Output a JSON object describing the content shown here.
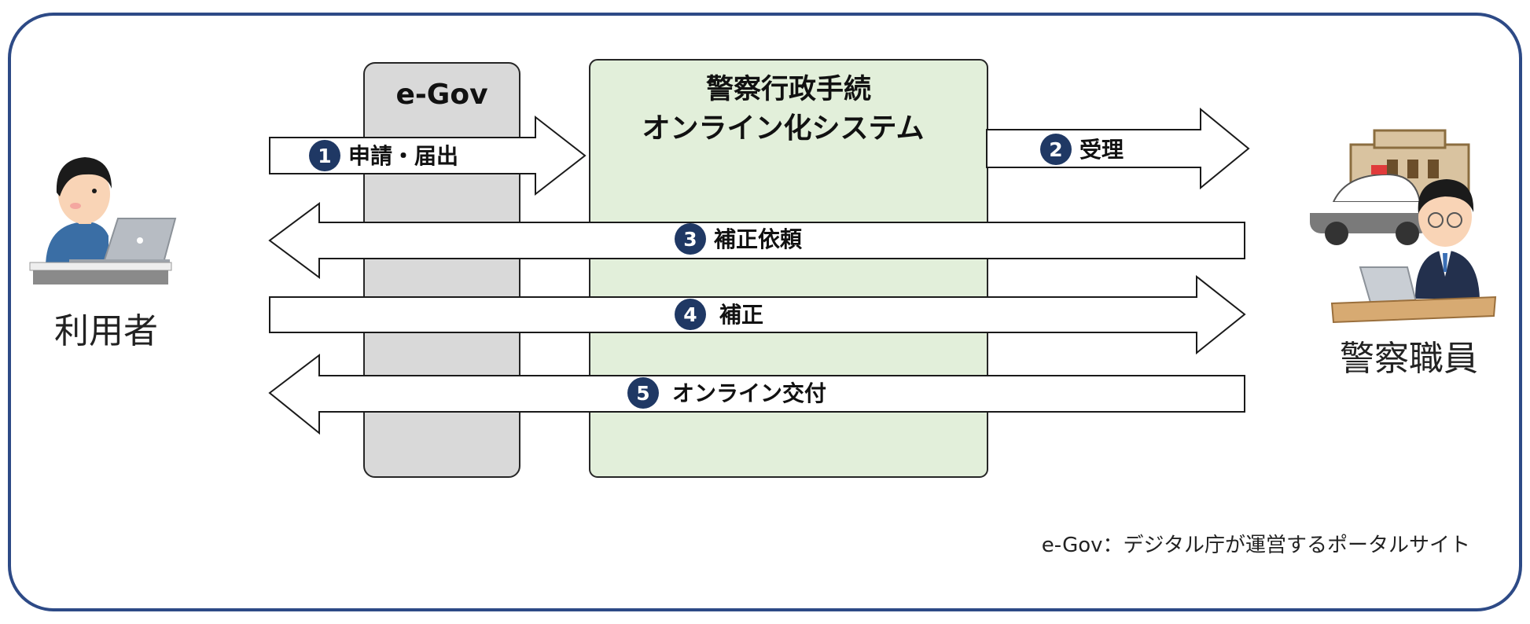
{
  "colors": {
    "frame": "#2d4a86",
    "egov_fill": "#d9d9d9",
    "system_fill": "#e2efda",
    "number_badge": "#1f3864",
    "arrow_fill": "#ffffff",
    "arrow_stroke": "#1a1a1a"
  },
  "egov_box": {
    "title": "e-Gov"
  },
  "system_box": {
    "title_line1": "警察行政手続",
    "title_line2": "オンライン化システム"
  },
  "actors": {
    "user": {
      "label": "利用者",
      "icon": "person-laptop-icon"
    },
    "police": {
      "label": "警察職員",
      "icon": "police-officer-icon"
    }
  },
  "arrows": [
    {
      "number": "1",
      "label": "申請・届出",
      "direction": "right"
    },
    {
      "number": "2",
      "label": "受理",
      "direction": "right"
    },
    {
      "number": "3",
      "label": "補正依頼",
      "direction": "left"
    },
    {
      "number": "4",
      "label": "補正",
      "direction": "right"
    },
    {
      "number": "5",
      "label": "オンライン交付",
      "direction": "left"
    }
  ],
  "footnote": "e-Gov：デジタル庁が運営するポータルサイト"
}
